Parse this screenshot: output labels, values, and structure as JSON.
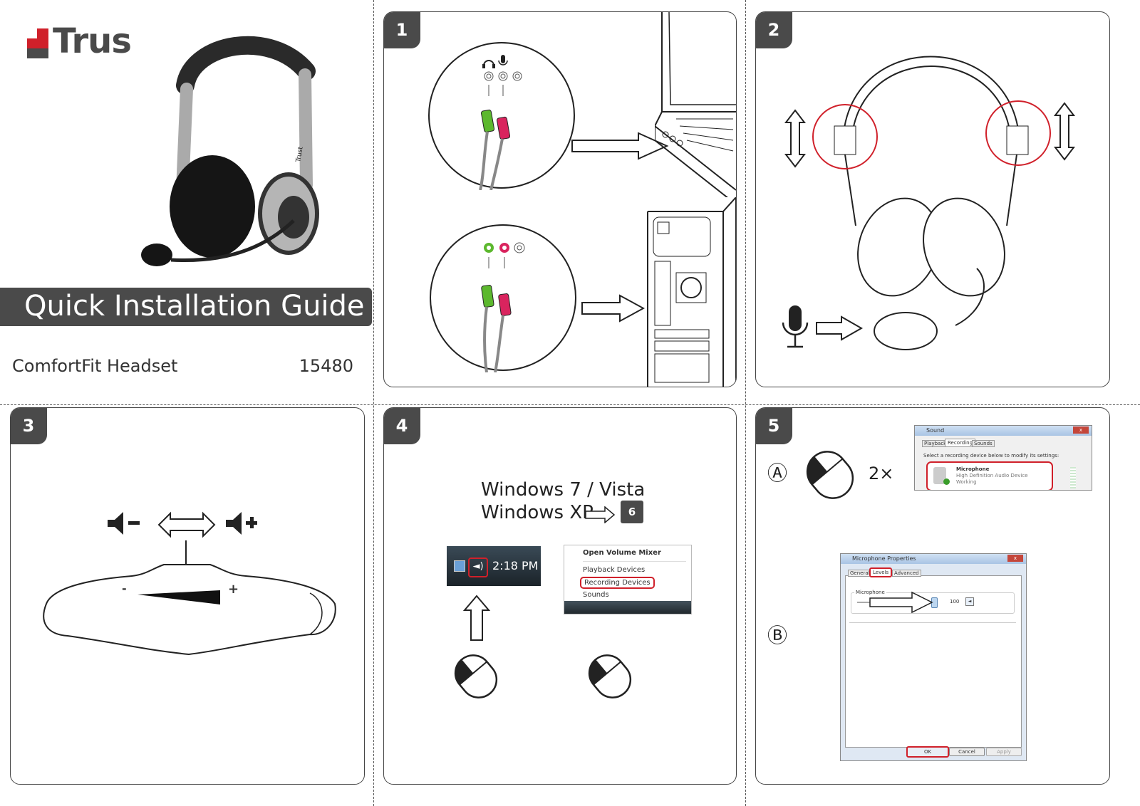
{
  "cover": {
    "brand": "Trus",
    "title": "Quick Installation Guide",
    "product_name": "ComfortFit Headset",
    "product_number": "15480",
    "headset_brand_label": "Trust"
  },
  "panels": {
    "p1": {
      "number": "1"
    },
    "p2": {
      "number": "2"
    },
    "p3": {
      "number": "3",
      "minus": "-",
      "plus": "+"
    },
    "p4": {
      "number": "4",
      "os_line1": "Windows 7 / Vista",
      "os_line2": "Windows XP",
      "goto_step": "6",
      "tray_time": "2:18 PM",
      "menu": [
        "Open Volume Mixer",
        "Playback Devices",
        "Recording Devices",
        "Sounds"
      ]
    },
    "p5": {
      "number": "5",
      "marker_a": "Ⓐ",
      "marker_b": "Ⓑ",
      "double_click": "2×",
      "sound_dialog": {
        "title": "Sound",
        "tabs": [
          "Playback",
          "Recording",
          "Sounds"
        ],
        "instruction": "Select a recording device below to modify its settings:",
        "device_name": "Microphone",
        "device_desc": "High Definition Audio Device",
        "device_status": "Working",
        "close": "x"
      },
      "mic_dialog": {
        "title": "Microphone Properties",
        "tabs": [
          "General",
          "Levels",
          "Advanced"
        ],
        "group_label": "Microphone",
        "level_value": "100",
        "level": 1.0,
        "buttons": [
          "OK",
          "Cancel",
          "Apply"
        ],
        "close": "x"
      }
    }
  },
  "colors": {
    "highlight": "#d0202a",
    "dark": "#4a4a4a",
    "green": "#5cb82e",
    "pink": "#d9245e"
  }
}
